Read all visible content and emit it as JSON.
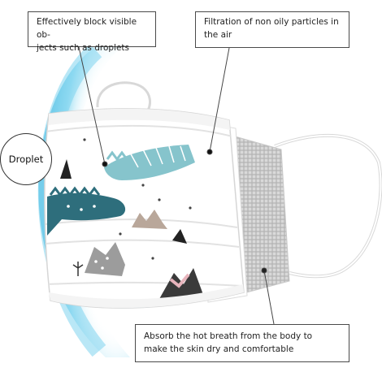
{
  "callouts": {
    "top_left": {
      "line1": "Effectively block visible ob-",
      "line2": "jects such as droplets"
    },
    "top_right": {
      "line1": "Filtration of non oily particles in",
      "line2": "the air"
    },
    "bottom": {
      "line1": "Absorb the hot breath from the body to",
      "line2": "make the skin dry and comfortable"
    }
  },
  "droplet_label": "Droplet",
  "colors": {
    "shield_blue": "#7fd3ee",
    "crocodile_teal": "#2e6e7c",
    "crocodile_light": "#86c4cc",
    "mask_white": "#ffffff",
    "filter_gray": "#9a9a9a"
  }
}
